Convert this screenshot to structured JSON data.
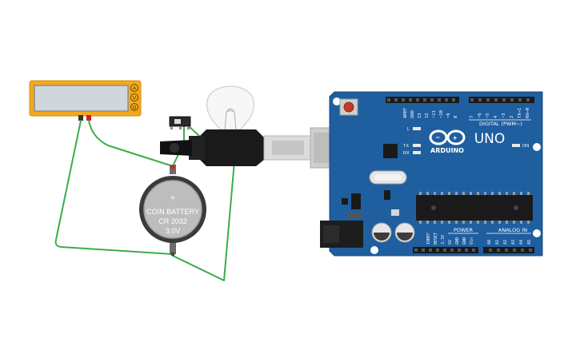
{
  "multimeter": {
    "display_value": "",
    "modes": [
      "A",
      "V",
      "Ω"
    ]
  },
  "battery": {
    "plus_sign": "+",
    "line1": "COIN BATTERY",
    "line2": "CR 2032",
    "line3": "3.0V"
  },
  "arduino": {
    "brand": "ARDUINO",
    "model": "UNO",
    "digital_header": "DIGITAL (PWM~)",
    "power_header": "POWER",
    "analog_header": "ANALOG IN",
    "led_l": "L",
    "led_tx": "TX",
    "led_rx": "RX",
    "led_on": "ON",
    "power_pins": [
      "IOREF",
      "RESET",
      "3.3V",
      "5V",
      "GND",
      "GND",
      "Vin"
    ],
    "analog_pins": [
      "A0",
      "A1",
      "A2",
      "A3",
      "A4",
      "A5"
    ],
    "digital_pins_top": [
      "AREF",
      "GND",
      "13",
      "12",
      "~11",
      "~10",
      "~9",
      "8",
      "7",
      "~6",
      "~5",
      "4",
      "~3",
      "2",
      "TX→1",
      "RX←0"
    ]
  },
  "colors": {
    "wire": "#3aad4a",
    "board": "#1f5fa0",
    "multimeter": "#f3a81d",
    "battery": "#b8b8b8",
    "bulb_base": "#1a1a1a"
  }
}
